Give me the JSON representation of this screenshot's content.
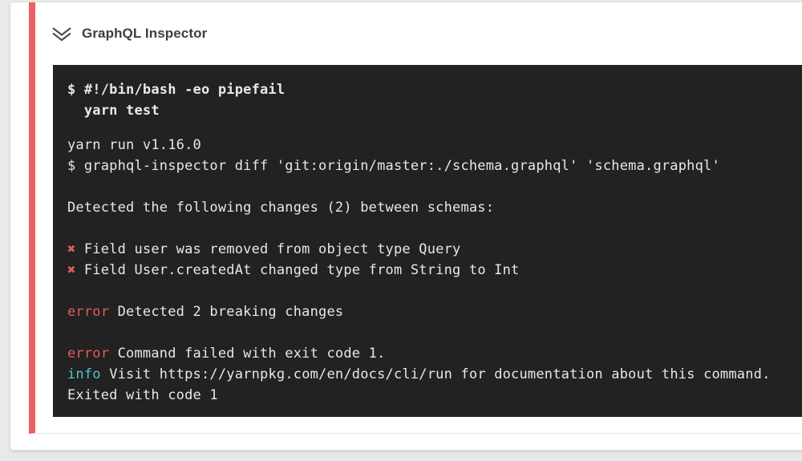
{
  "colors": {
    "page_bg": "#e9e9e9",
    "status_red": "#ee5f5f",
    "error_red": "#e25c5b",
    "info_cyan": "#54c3cf",
    "terminal_bg": "#222222",
    "terminal_text": "#e9e8e4"
  },
  "step": {
    "title": "GraphQL Inspector",
    "status": "failed",
    "icon": "double-chevron-down-icon"
  },
  "terminal": {
    "command_lines": [
      [
        {
          "text": "$ #!/bin/bash -eo pipefail"
        }
      ],
      [
        {
          "text": "  yarn test"
        }
      ]
    ],
    "output_lines": [
      [
        {
          "text": "yarn run v1.16.0"
        }
      ],
      [
        {
          "text": "$ graphql-inspector diff 'git:origin/master:./schema.graphql' 'schema.graphql'"
        }
      ],
      [],
      [
        {
          "text": "Detected the following changes (2) between schemas:"
        }
      ],
      [],
      [
        {
          "text": "✖ ",
          "color": "red"
        },
        {
          "text": "Field user was removed from object type Query"
        }
      ],
      [
        {
          "text": "✖ ",
          "color": "red"
        },
        {
          "text": "Field User.createdAt changed type from String to Int"
        }
      ],
      [],
      [
        {
          "text": "error ",
          "color": "red"
        },
        {
          "text": "Detected 2 breaking changes"
        }
      ],
      [],
      [
        {
          "text": "error ",
          "color": "red"
        },
        {
          "text": "Command failed with exit code 1."
        }
      ],
      [
        {
          "text": "info ",
          "color": "cyan"
        },
        {
          "text": "Visit https://yarnpkg.com/en/docs/cli/run for documentation about this command."
        }
      ],
      [
        {
          "text": "Exited with code 1"
        }
      ]
    ]
  }
}
